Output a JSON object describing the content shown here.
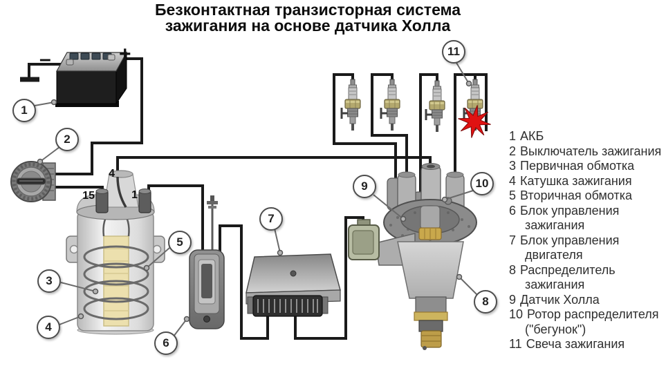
{
  "title": {
    "line1": "Безконтактная транзисторная система",
    "line2": "зажигания на основе датчика Холла"
  },
  "legend": {
    "items": [
      {
        "num": "1",
        "text": "АКБ"
      },
      {
        "num": "2",
        "text": "Выключатель зажигания"
      },
      {
        "num": "3",
        "text": "Первичная обмотка"
      },
      {
        "num": "4",
        "text": "Катушка зажигания"
      },
      {
        "num": "5",
        "text": "Вторичная обмотка"
      },
      {
        "num": "6",
        "text": "Блок управления зажигания"
      },
      {
        "num": "7",
        "text": "Блок управления двигателя"
      },
      {
        "num": "8",
        "text": "Распределитель зажигания"
      },
      {
        "num": "9",
        "text": "Датчик Холла"
      },
      {
        "num": "10",
        "text": "Ротор распределителя (\"бегунок\")"
      },
      {
        "num": "11",
        "text": "Свеча зажигания"
      }
    ]
  },
  "callouts": [
    {
      "n": "1"
    },
    {
      "n": "2"
    },
    {
      "n": "3"
    },
    {
      "n": "4"
    },
    {
      "n": "5"
    },
    {
      "n": "6"
    },
    {
      "n": "7"
    },
    {
      "n": "8"
    },
    {
      "n": "9"
    },
    {
      "n": "10"
    },
    {
      "n": "11"
    }
  ],
  "labels": {
    "battery_plus": "+",
    "battery_minus": "–",
    "coil_hv_terminal": "4",
    "coil_terminal_15": "15",
    "coil_terminal_1": "1"
  },
  "colors": {
    "wire": "#1a1a1a",
    "spark": "#e01212",
    "brass": "#c9a84c"
  }
}
